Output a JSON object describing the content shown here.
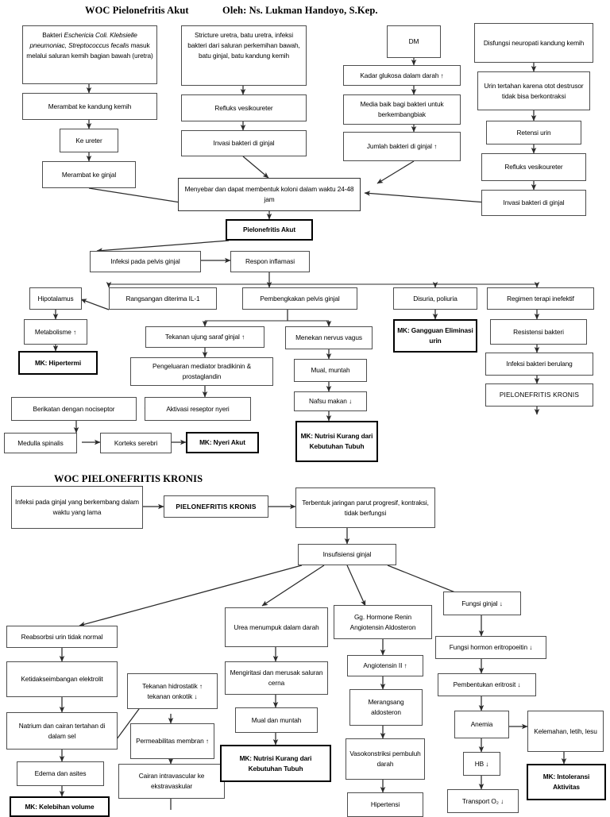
{
  "page": {
    "title_left": "WOC Pielonefritis Akut",
    "title_right": "Oleh: Ns. Lukman Handoyo, S.Kep.",
    "title_section2": "WOC PIELONEFRITIS KRONIS"
  },
  "acute": {
    "n1": "Bakteri Eschericia Coli. Klebsielle pneumoniac, Streptococcus fecalis masuk melalui saluran kemih bagian bawah (uretra)",
    "n1_italic": "Eschericia Coli. Klebsielle pneumoniac, Streptococcus fecalis",
    "n2": "Merambat ke kandung kemih",
    "n3": "Ke ureter",
    "n4": "Merambat ke ginjal",
    "n5": "Stricture uretra, batu uretra, infeksi bakteri dari saluran perkemihan bawah, batu ginjal, batu kandung kemih",
    "n6": "Refluks vesikoureter",
    "n7": "Invasi bakteri di ginjal",
    "n8": "DM",
    "n9": "Kadar glukosa dalam darah ↑",
    "n10": "Media baik bagi bakteri untuk berkembangbiak",
    "n11": "Jumlah bakteri di ginjal ↑",
    "n12": "Disfungsi neuropati kandung kemih",
    "n13": "Urin tertahan karena otot destrusor tidak bisa berkontraksi",
    "n14": "Retensi urin",
    "n15": "Refluks vesikoureter",
    "n16": "Invasi bakteri di ginjal",
    "n17": "Menyebar dan dapat membentuk koloni dalam waktu 24-48 jam",
    "n18": "Pielonefritis Akut",
    "n19": "Infeksi pada pelvis ginjal",
    "n20": "Respon inflamasi",
    "n21": "Hipotalamus",
    "n22": "Rangsangan diterima IL-1",
    "n23": "Pembengkakan pelvis ginjal",
    "n24": "Disuria, poliuria",
    "n25": "Regimen terapi inefektif",
    "n26": "Metabolisme ↑",
    "n27": "MK: Hipertermi",
    "n28": "Tekanan ujung saraf ginjal ↑",
    "n29": "Menekan nervus vagus",
    "n30": "MK: Gangguan Eliminasi urin",
    "n31": "Resistensi bakteri",
    "n32": "Pengeluaran mediator bradikinin & prostaglandin",
    "n33": "Mual, muntah",
    "n34": "Infeksi bakteri berulang",
    "n35": "Berikatan dengan nociseptor",
    "n36": "Aktivasi reseptor nyeri",
    "n37": "Nafsu makan ↓",
    "n38": "PIELONEFRITIS KRONIS",
    "n39": "Medulla spinalis",
    "n40": "Korteks serebri",
    "n41": "MK: Nyeri Akut",
    "n42": "MK: Nutrisi Kurang dari Kebutuhan Tubuh"
  },
  "chronic": {
    "c1": "Infeksi pada ginjal yang berkembang dalam waktu yang lama",
    "c2": "PIELONEFRITIS KRONIS",
    "c3": "Terbentuk jaringan parut progresif, kontraksi, tidak berfungsi",
    "c4": "Insufisiensi ginjal",
    "c5": "Reabsorbsi urin tidak normal",
    "c6": "Ketidakseimbangan elektrolit",
    "c7": "Natrium dan cairan tertahan di dalam sel",
    "c8": "Edema dan asites",
    "c9": "MK: Kelebihan volume",
    "c10": "Tekanan hidrostatik ↑ tekanan onkotik ↓",
    "c11": "Permeabilitas membran ↑",
    "c12": "Cairan intravascular ke ekstravaskular",
    "c13": "Urea menumpuk dalam darah",
    "c14": "Mengiritasi dan merusak saluran cerna",
    "c15": "Mual dan muntah",
    "c16": "MK: Nutrisi Kurang dari Kebutuhan Tubuh",
    "c17": "Gg. Hormone Renin Angiotensin Aldosteron",
    "c18": "Angiotensin II ↑",
    "c19": "Merangsang aldosteron",
    "c20": "Vasokonstriksi pembuluh darah",
    "c21": "Hipertensi",
    "c22": "Fungsi ginjal ↓",
    "c23": "Fungsi hormon eritropoeitin ↓",
    "c24": "Pembentukan eritrosit ↓",
    "c25": "Anemia",
    "c26": "Kelemahan, letih, lesu",
    "c27": "HB ↓",
    "c28": "MK: Intoleransi Aktivitas",
    "c29": "Transport O₂ ↓"
  },
  "colors": {
    "box_border": "#4d4d4d",
    "bold_border": "#000000",
    "line": "#333333",
    "background": "#ffffff"
  }
}
